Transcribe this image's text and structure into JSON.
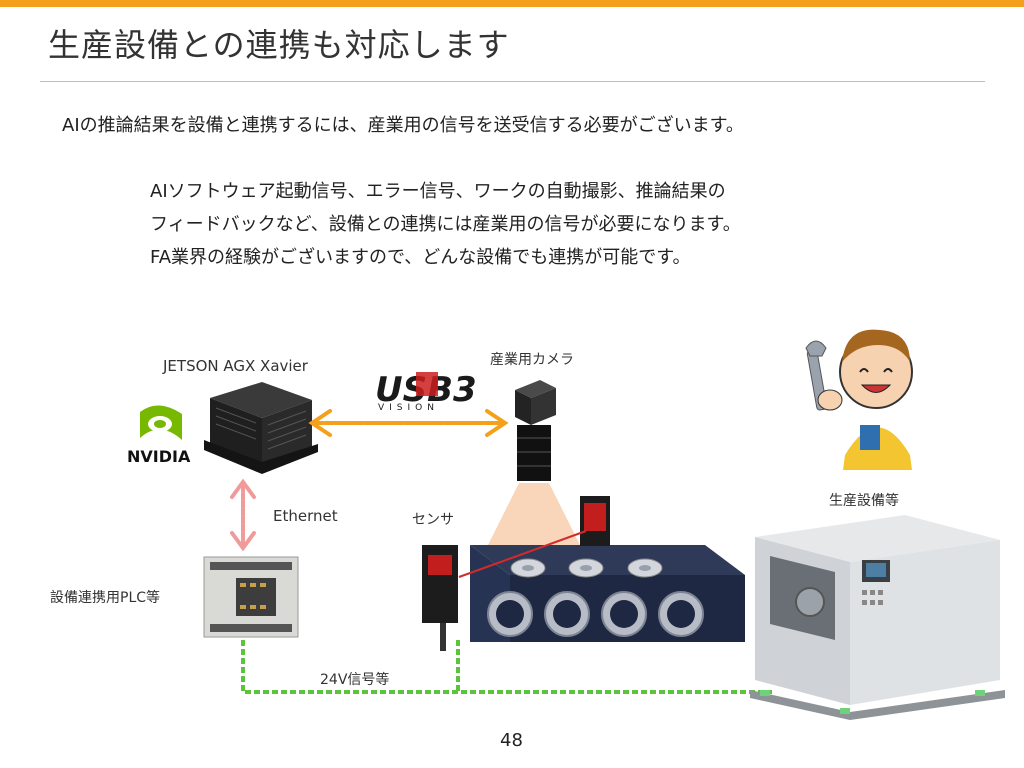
{
  "title": "生産設備との連携も対応します",
  "lead": "AIの推論結果を設備と連携するには、産業用の信号を送受信する必要がございます。",
  "paragraph": [
    "AIソフトウェア起動信号、エラー信号、ワークの自動撮影、推論結果の",
    "フィードバックなど、設備との連携には産業用の信号が必要になります。",
    "FA業界の経験がございますので、どんな設備でも連携が可能です。"
  ],
  "diagram": {
    "jetson_label": "JETSON AGX Xavier",
    "nvidia_logo": "NVIDIA",
    "usb3_logo": "USB3",
    "vision_logo": "VISION",
    "camera_label": "産業用カメラ",
    "ethernet_label": "Ethernet",
    "sensor_label": "センサ",
    "equipment_label": "生産設備等",
    "plc_label": "設備連携用PLC等",
    "signal_label": "24V信号等"
  },
  "page_number": "48",
  "colors": {
    "accent_bar": "#f5a01a",
    "usb_arrow": "#f5a01a",
    "ethernet_arrow": "#f19a9a",
    "signal_line": "#5cc33c",
    "nvidia_green": "#76b900"
  }
}
